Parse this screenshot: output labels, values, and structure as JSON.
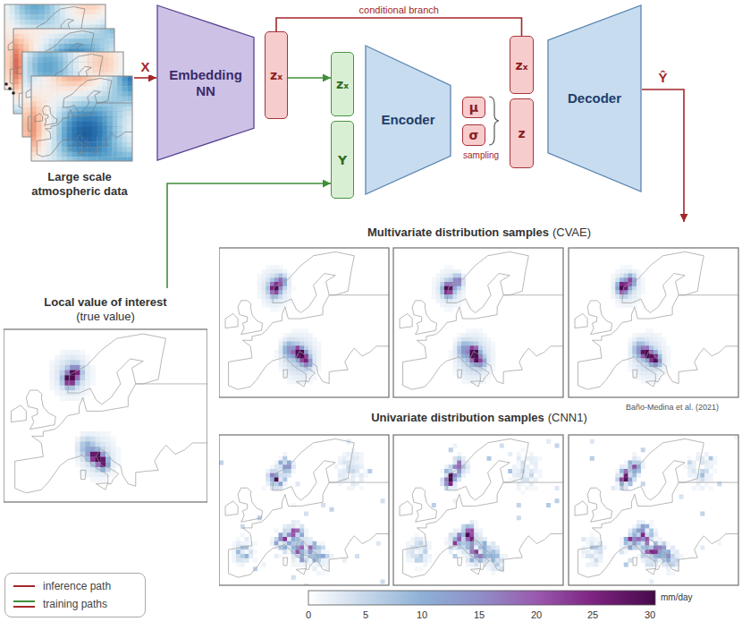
{
  "diagram": {
    "nodes": [
      {
        "text": [
          "Large scale atmospheric data"
        ]
      },
      {
        "text": [
          "Embedding NN"
        ]
      },
      {
        "text": [
          "zₓ"
        ]
      },
      {
        "text": [
          "zₓ"
        ]
      },
      {
        "text": [
          "Y"
        ]
      },
      {
        "text": [
          "Encoder"
        ]
      },
      {
        "text": [
          "μ"
        ]
      },
      {
        "text": [
          "σ"
        ]
      },
      {
        "text": [
          "zₓ"
        ]
      },
      {
        "text": [
          "z"
        ]
      },
      {
        "text": [
          "Decoder"
        ]
      },
      {
        "text": [
          "Multivariate distribution samples",
          "(CVAE)"
        ]
      },
      {
        "text": [
          "Local value of interest",
          "(true value)"
        ]
      },
      {
        "text": [
          "Univariate distribution samples",
          "(CNN1)"
        ]
      }
    ],
    "edges": [
      {
        "from": 0,
        "to": 1,
        "label": "X",
        "arrow": "to"
      },
      {
        "from": 2,
        "to": 3,
        "arrow": "to"
      },
      {
        "from": 2,
        "to": 8,
        "label": "conditional branch",
        "arrow": "none"
      },
      {
        "from": 12,
        "to": 4,
        "arrow": "to"
      },
      {
        "from": 10,
        "to": 11,
        "label": "Ŷ",
        "arrow": "to"
      }
    ],
    "labels": [
      "sampling",
      "Baño-Medina et al. (2021)",
      "0",
      "5",
      "10",
      "15",
      "20",
      "25",
      "30",
      "mm/day"
    ],
    "legend": [
      {
        "text": "inference path"
      },
      {
        "text": "training paths"
      }
    ]
  }
}
